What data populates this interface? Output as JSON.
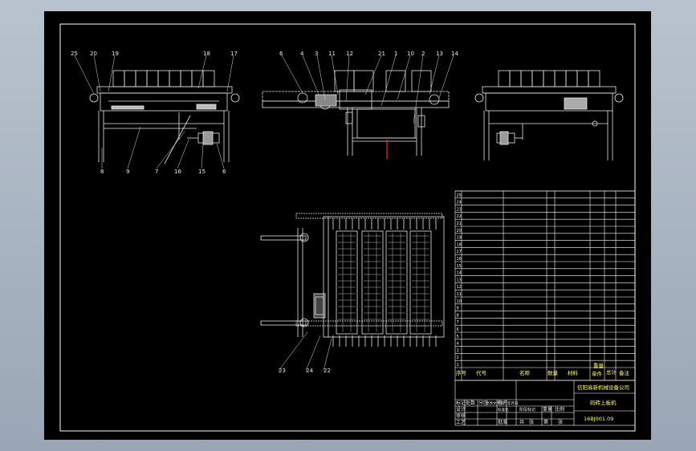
{
  "drawing": {
    "company": "信阳高新机械设备公司",
    "title": "码砖上板机",
    "drawing_no": "16BJ001.09"
  },
  "front_view": {
    "top_labels": [
      "25",
      "20",
      "19",
      "18",
      "17"
    ],
    "bottom_labels": [
      "8",
      "9",
      "7",
      "16",
      "15",
      "6"
    ]
  },
  "side_view": {
    "top_labels": [
      "6",
      "4",
      "3",
      "11",
      "12",
      "21",
      "1",
      "10",
      "2",
      "13",
      "14"
    ]
  },
  "plan_view": {
    "labels": [
      "23",
      "24",
      "22"
    ]
  },
  "bom": {
    "headers": [
      "序号",
      "代号",
      "名称",
      "数量",
      "材料",
      "单件",
      "总计",
      "备注"
    ],
    "weight_header": "重量",
    "row_numbers": [
      "25",
      "24",
      "23",
      "22",
      "21",
      "20",
      "19",
      "18",
      "17",
      "16",
      "15",
      "14",
      "13",
      "12",
      "11",
      "10",
      "9",
      "8",
      "7",
      "6",
      "5",
      "4",
      "3",
      "2",
      "1"
    ]
  },
  "title_block": {
    "row1": [
      "标记",
      "处数",
      "分区",
      "更改文件号",
      "签名",
      "年月日"
    ],
    "row2": [
      "设计",
      "",
      "标准化"
    ],
    "row3": [
      "审核"
    ],
    "row4": [
      "工艺",
      "",
      "批准"
    ],
    "stage_headers": [
      "阶段标记",
      "重量",
      "比例"
    ],
    "sheet_info": [
      "共",
      "张",
      "第",
      "张"
    ]
  }
}
